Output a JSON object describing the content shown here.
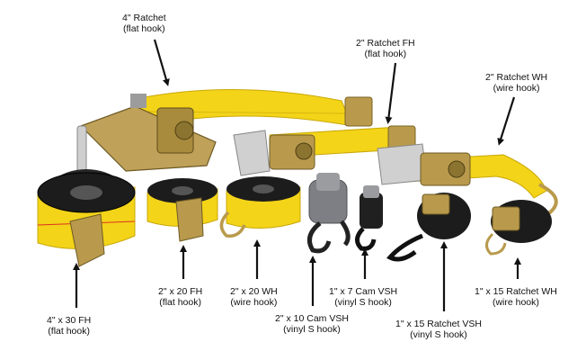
{
  "colors": {
    "strap_yellow": "#f3d418",
    "strap_dark_yellow": "#c9a80a",
    "black_strap": "#1c1c1c",
    "metal_gold": "#b99a4c",
    "metal_silver": "#c9c9c9",
    "vinyl_gray": "#7d7f84",
    "arrow": "#111111"
  },
  "labels": {
    "ratchet_4in": {
      "line1": "4\" Ratchet",
      "line2": "(flat hook)"
    },
    "ratchet_2in_fh": {
      "line1": "2\" Ratchet FH",
      "line2": "(flat hook)"
    },
    "ratchet_2in_wh": {
      "line1": "2\" Ratchet WH",
      "line2": "(wire hook)"
    },
    "strap_4x30_fh": {
      "line1": "4\" x 30 FH",
      "line2": "(flat hook)"
    },
    "strap_2x20_fh": {
      "line1": "2\" x 20 FH",
      "line2": "(flat hook)"
    },
    "strap_2x20_wh": {
      "line1": "2\" x 20 WH",
      "line2": "(wire hook)"
    },
    "cam_2x10_vsh": {
      "line1": "2\" x 10 Cam VSH",
      "line2": "(vinyl S hook)"
    },
    "cam_1x7_vsh": {
      "line1": "1\" x 7 Cam VSH",
      "line2": "(vinyl S hook)"
    },
    "ratchet_1x15_vsh": {
      "line1": "1\" x 15 Ratchet VSH",
      "line2": "(vinyl S hook)"
    },
    "ratchet_1x15_wh": {
      "line1": "1\" x 15 Ratchet WH",
      "line2": "(wire hook)"
    }
  }
}
